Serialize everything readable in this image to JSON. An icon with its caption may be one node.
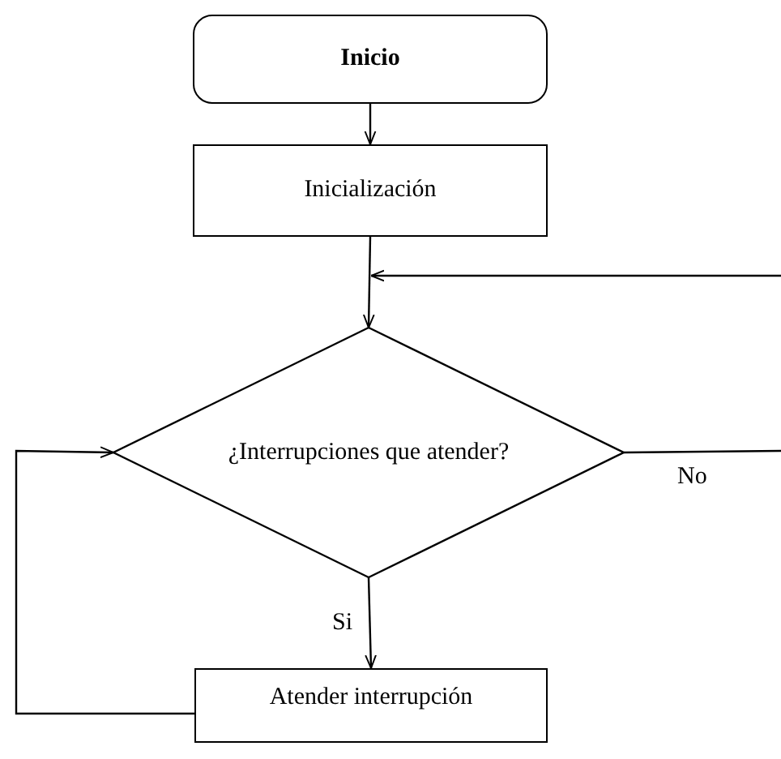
{
  "diagram": {
    "nodes": [
      {
        "text": [
          "Inicio"
        ]
      },
      {
        "text": [
          "Inicialización"
        ]
      },
      {
        "text": [
          "¿Interrupciones que atender?"
        ]
      },
      {
        "text": [
          "Atender interrupción"
        ]
      }
    ],
    "edges": [
      {
        "from": 0,
        "to": 1,
        "arrow": "to"
      },
      {
        "from": 1,
        "to": 2,
        "arrow": "to"
      },
      {
        "from": 2,
        "to": null,
        "arrow": "none",
        "label": "No"
      },
      {
        "from": null,
        "to": 2,
        "arrow": "to"
      },
      {
        "from": 2,
        "to": 3,
        "arrow": "to",
        "label": "Si"
      },
      {
        "from": 3,
        "to": 2,
        "arrow": "to"
      }
    ]
  }
}
